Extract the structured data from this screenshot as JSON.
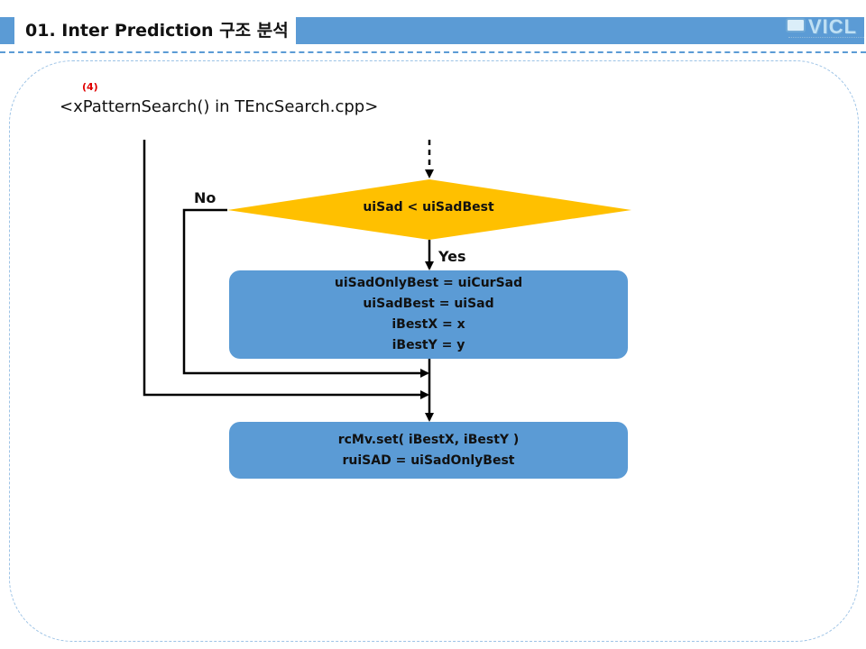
{
  "header": {
    "title": "01. Inter Prediction 구조 분석",
    "logo_text": "VICL"
  },
  "slide": {
    "step_number": "(4)",
    "subtitle": "<xPatternSearch() in TEncSearch.cpp>"
  },
  "flowchart": {
    "condition": "uiSad < uiSadBest",
    "no_label": "No",
    "yes_label": "Yes",
    "update_block": [
      "uiSadOnlyBest = uiCurSad",
      "uiSadBest = uiSad",
      "iBestX = x",
      "iBestY = y"
    ],
    "result_block": [
      "rcMv.set( iBestX, iBestY )",
      "ruiSAD = uiSadOnlyBest"
    ]
  },
  "colors": {
    "accent": "#5b9bd5",
    "decision": "#ffc000",
    "step_number": "#e00000"
  }
}
